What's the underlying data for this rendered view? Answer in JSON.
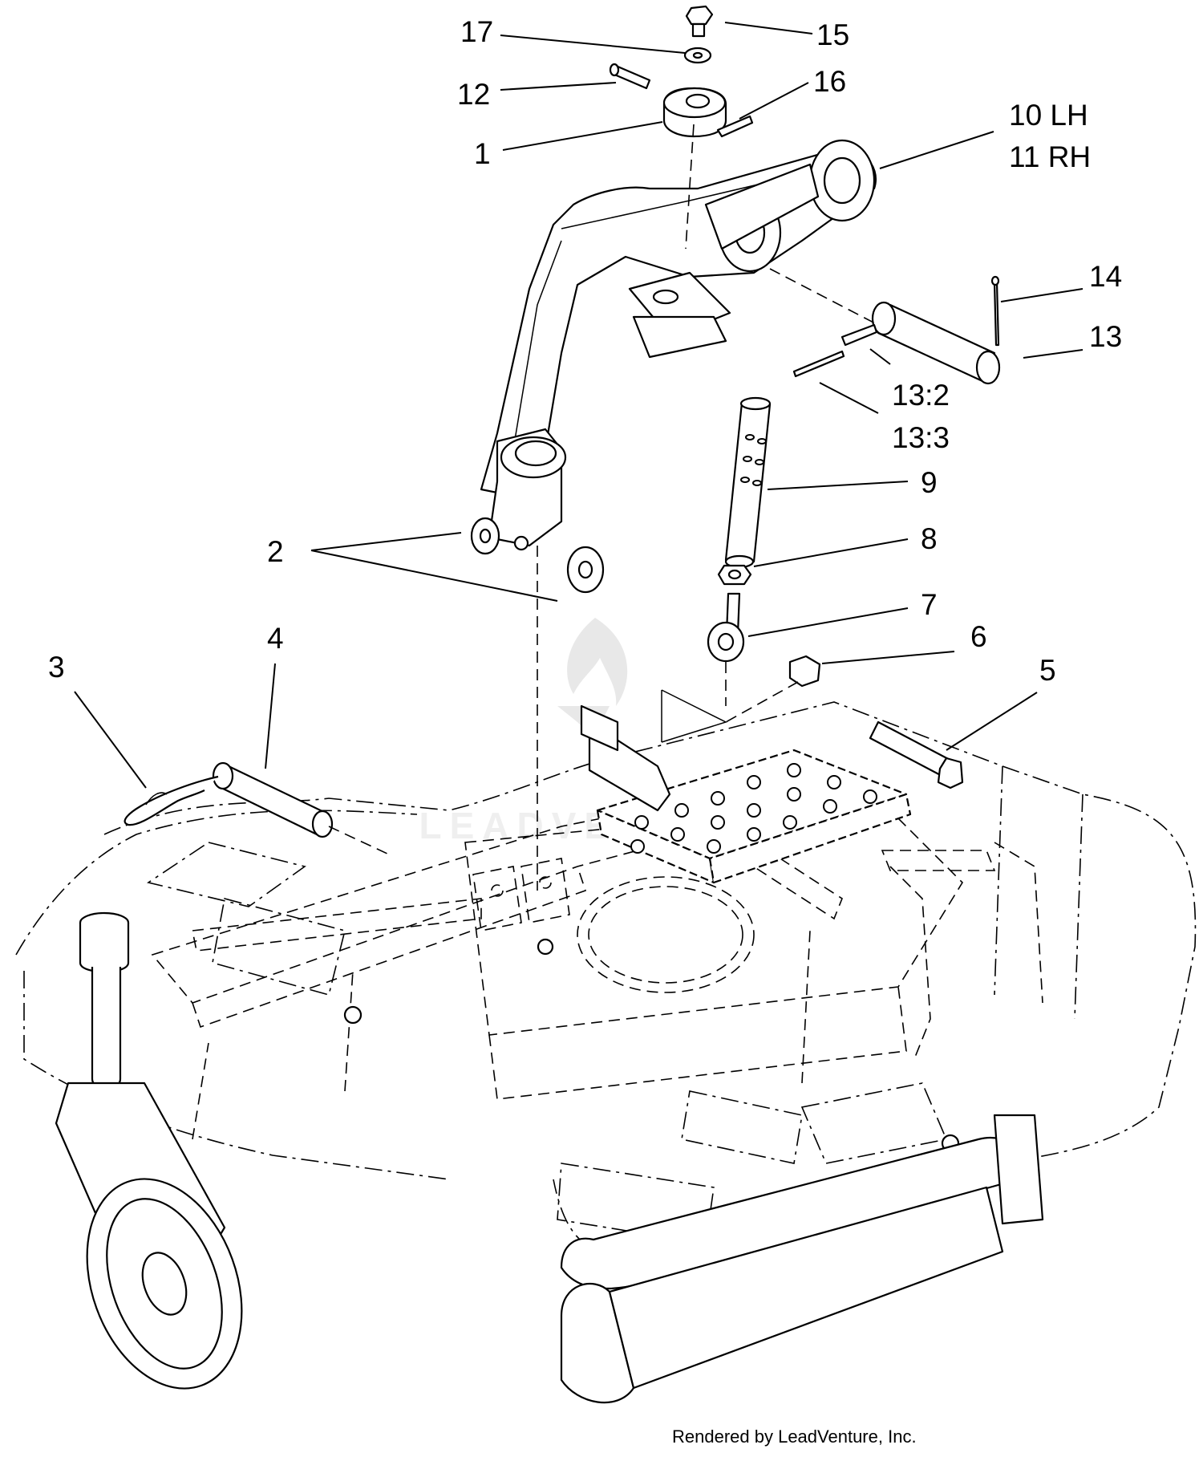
{
  "callouts": [
    {
      "id": "17",
      "label": "17"
    },
    {
      "id": "15",
      "label": "15"
    },
    {
      "id": "12",
      "label": "12"
    },
    {
      "id": "16",
      "label": "16"
    },
    {
      "id": "1",
      "label": "1"
    },
    {
      "id": "10",
      "label": "10 LH"
    },
    {
      "id": "11",
      "label": "11 RH"
    },
    {
      "id": "14",
      "label": "14"
    },
    {
      "id": "13",
      "label": "13"
    },
    {
      "id": "13-2",
      "label": "13:2"
    },
    {
      "id": "13-3",
      "label": "13:3"
    },
    {
      "id": "9",
      "label": "9"
    },
    {
      "id": "8",
      "label": "8"
    },
    {
      "id": "2",
      "label": "2"
    },
    {
      "id": "7",
      "label": "7"
    },
    {
      "id": "6",
      "label": "6"
    },
    {
      "id": "4",
      "label": "4"
    },
    {
      "id": "3",
      "label": "3"
    },
    {
      "id": "5",
      "label": "5"
    }
  ],
  "watermark": "LEADVENTURE",
  "footer": "Rendered by LeadVenture, Inc."
}
